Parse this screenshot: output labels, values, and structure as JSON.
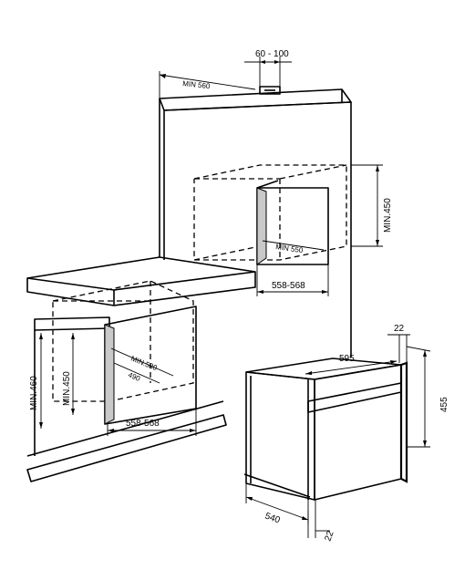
{
  "labels": {
    "top_gap": "60 - 100",
    "top_min_depth": "MIN 560",
    "column_height": "MIN.450",
    "column_inner_depth": "MIN 550",
    "column_width": "558-568",
    "under_height_outer": "MIN.460",
    "under_height_inner": "MIN.450",
    "under_depth": "MIN.580",
    "under_inner_depth": "490",
    "under_width": "558-568",
    "oven_width": "595",
    "oven_top_lip": "22",
    "oven_height": "455",
    "oven_depth": "540",
    "oven_front_lip": "22"
  }
}
